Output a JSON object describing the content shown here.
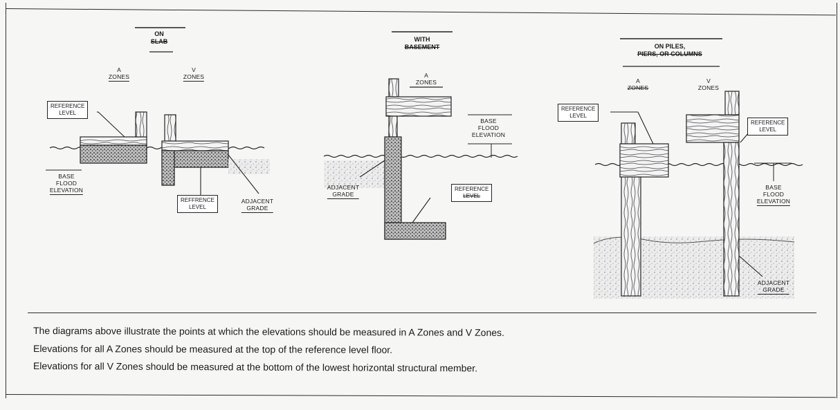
{
  "panels": {
    "slab": {
      "heading": [
        "ON",
        "SLAB"
      ],
      "a_zones": [
        "A",
        "ZONES"
      ],
      "v_zones": [
        "V",
        "ZONES"
      ],
      "reference_level_top": [
        "REFERENCE",
        "LEVEL"
      ],
      "base_flood_elevation": [
        "BASE",
        "FLOOD",
        "ELEVATION"
      ],
      "reference_level_bottom": [
        "REFFRENCE",
        "LEVEL"
      ],
      "adjacent_grade": [
        "ADJACENT",
        "GRADE"
      ]
    },
    "basement": {
      "heading": [
        "WITH",
        "BASEMENT"
      ],
      "a_zones": [
        "A",
        "ZONES"
      ],
      "base_flood_elevation": [
        "BASE",
        "FLOOD",
        "ELEVATION"
      ],
      "adjacent_grade": [
        "ADJACENT",
        "GRADE"
      ],
      "reference_level": [
        "REFERENCE",
        "LEVEL"
      ]
    },
    "piles": {
      "heading": [
        "ON PILES,",
        "PIERS, OR COLUMNS"
      ],
      "a_zones": [
        "A",
        "ZONES"
      ],
      "v_zones": [
        "V",
        "ZONES"
      ],
      "reference_level_left": [
        "REFERENCE",
        "LEVEL"
      ],
      "reference_level_right": [
        "REFERENCE",
        "LEVEL"
      ],
      "base_flood_elevation": [
        "BASE",
        "FLOOD",
        "ELEVATION"
      ],
      "adjacent_grade": [
        "ADJACENT",
        "GRADE"
      ]
    }
  },
  "caption": {
    "line1": "The diagrams above illustrate the points at which the elevations should be measured in A Zones and V Zones.",
    "line2": "Elevations for all A Zones should be measured at the top of the reference level floor.",
    "line3": "Elevations for all V Zones should be measured at the bottom of the lowest horizontal structural member."
  }
}
